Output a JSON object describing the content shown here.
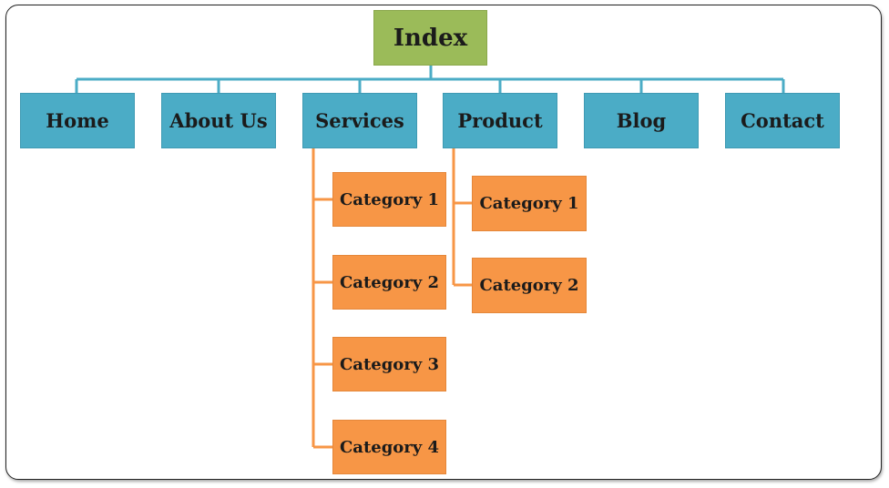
{
  "diagram": {
    "root": {
      "label": "Index",
      "color": "#9bbb59"
    },
    "nav_color": "#4bacc6",
    "category_color": "#f79646",
    "connector_colors": {
      "nav": "#4bacc6",
      "categories": "#f79646"
    },
    "nav": [
      {
        "label": "Home"
      },
      {
        "label": "About Us"
      },
      {
        "label": "Services",
        "children": [
          "Category 1",
          "Category 2",
          "Category 3",
          "Category 4"
        ]
      },
      {
        "label": "Product",
        "children": [
          "Category 1",
          "Category 2"
        ]
      },
      {
        "label": "Blog"
      },
      {
        "label": "Contact"
      }
    ]
  }
}
